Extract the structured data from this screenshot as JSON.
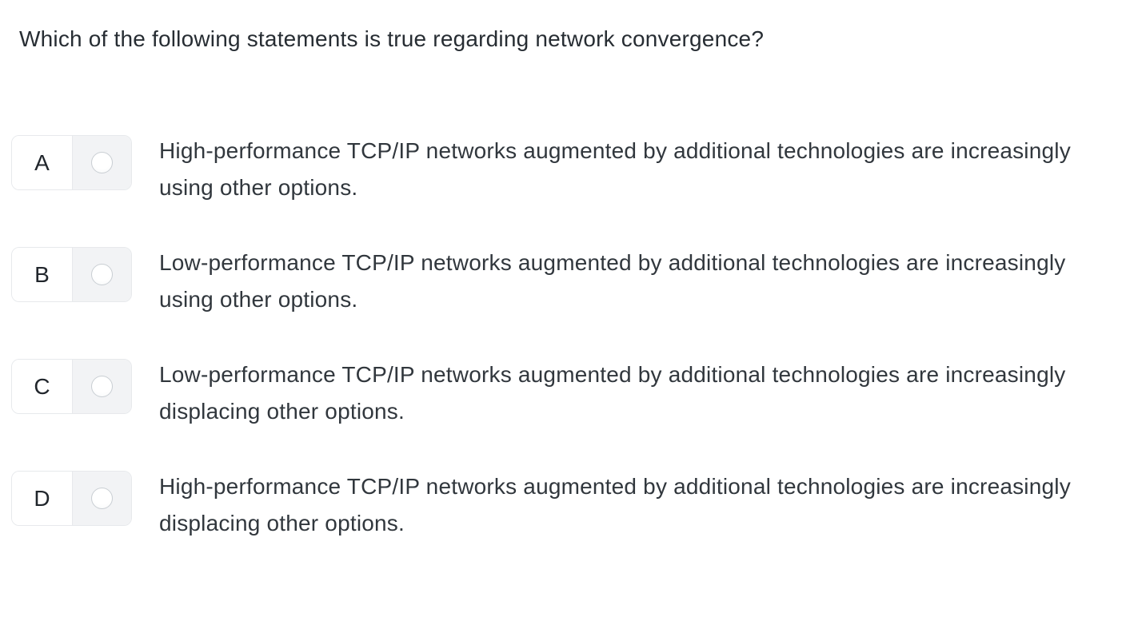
{
  "question": "Which of the following statements is true regarding network convergence?",
  "options": [
    {
      "letter": "A",
      "text": "High-performance TCP/IP networks augmented by additional technologies are increasingly using other options.",
      "selected": false
    },
    {
      "letter": "B",
      "text": "Low-performance TCP/IP networks augmented by additional technologies are increasingly using other options.",
      "selected": false
    },
    {
      "letter": "C",
      "text": "Low-performance TCP/IP networks augmented by additional technologies are increasingly displacing other options.",
      "selected": false
    },
    {
      "letter": "D",
      "text": "High-performance TCP/IP networks augmented by additional technologies are increasingly displacing other options.",
      "selected": false
    }
  ],
  "colors": {
    "background": "#ffffff",
    "text": "#31373d",
    "box_border": "#e7e9ec",
    "radio_cell_bg": "#f2f3f5",
    "radio_border": "#c9ced3"
  }
}
